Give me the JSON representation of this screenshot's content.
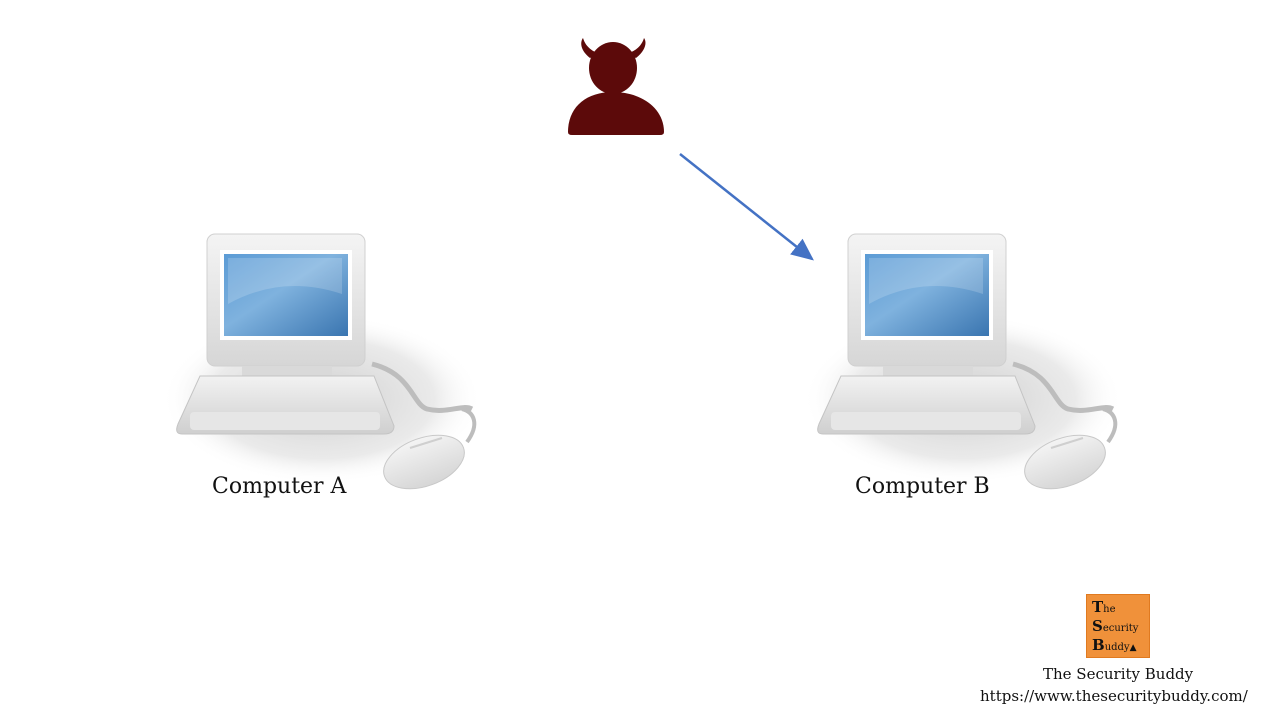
{
  "diagram": {
    "nodes": [
      {
        "id": "computer-a",
        "label": "Computer A"
      },
      {
        "id": "computer-b",
        "label": "Computer B"
      },
      {
        "id": "attacker",
        "icon": "devil-user-icon"
      }
    ],
    "edges": [
      {
        "from": "attacker",
        "to": "computer-b",
        "style": "arrow"
      }
    ]
  },
  "brand": {
    "logo_letters": [
      "T",
      "S",
      "B"
    ],
    "logo_words": [
      "he",
      "ecurity",
      "uddy"
    ],
    "name": "The Security Buddy",
    "url": "https://www.thesecuritybuddy.com/"
  },
  "colors": {
    "attacker": "#5c0a0a",
    "arrow": "#4472c4",
    "screen": "#3f7fbf",
    "logo_bg": "#f0913a",
    "background": "#ffffff"
  }
}
